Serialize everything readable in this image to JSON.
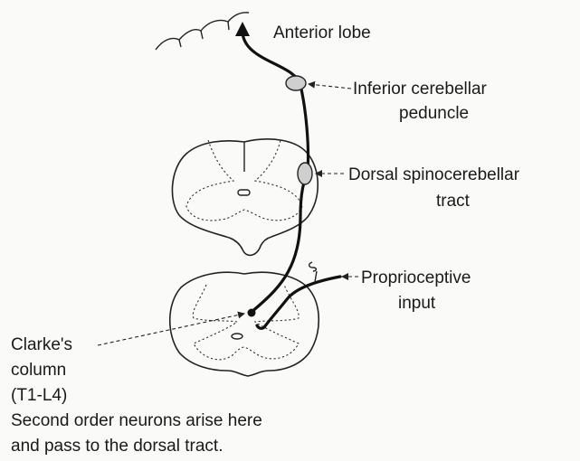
{
  "labels": {
    "anterior_lobe": "Anterior lobe",
    "icp_line1": "Inferior cerebellar",
    "icp_line2": "peduncle",
    "dsct_line1": "Dorsal spinocerebellar",
    "dsct_line2": "tract",
    "proprio_line1": "Proprioceptive",
    "proprio_line2": "input",
    "clarke_line1": "Clarke's",
    "clarke_line2": "column",
    "clarke_line3": "(T1-L4)",
    "note_line1": "Second order neurons arise here",
    "note_line2": "and pass to the dorsal tract."
  }
}
